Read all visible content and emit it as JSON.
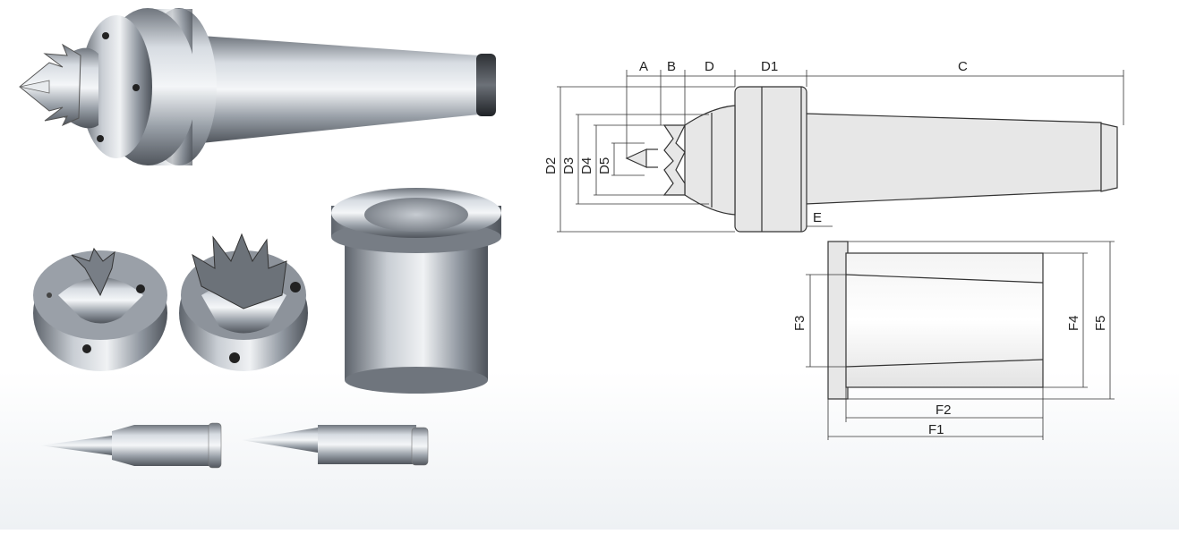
{
  "drawing": {
    "top_labels": {
      "A": "A",
      "B": "B",
      "D": "D",
      "D1": "D1",
      "C": "C",
      "E": "E"
    },
    "side_labels": {
      "D2": "D2",
      "D3": "D3",
      "D4": "D4",
      "D5": "D5"
    },
    "sleeve_labels": {
      "F1": "F1",
      "F2": "F2",
      "F3": "F3",
      "F4": "F4",
      "F5": "F5"
    }
  },
  "products": [
    {
      "name": "live-center-mt"
    },
    {
      "name": "crown-insert-small"
    },
    {
      "name": "crown-insert-large"
    },
    {
      "name": "reduction-sleeve"
    },
    {
      "name": "pin-center-small"
    },
    {
      "name": "pin-center-large"
    }
  ],
  "colors": {
    "steel_light": "#dfe3e8",
    "steel_dark": "#5b6068",
    "line": "#333333",
    "part_fill": "#e9e9e9"
  }
}
